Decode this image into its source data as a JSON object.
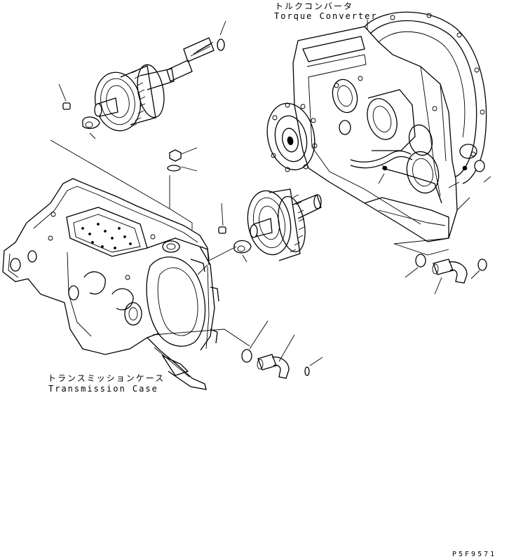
{
  "labels": {
    "torque_converter_jp": "トルクコンバータ",
    "torque_converter_en": "Torque Converter",
    "transmission_case_jp": "トランスミッションケース",
    "transmission_case_en": "Transmission Case",
    "drawing_code": "P5F9571"
  },
  "colors": {
    "line": "#000000",
    "background": "#ffffff"
  }
}
